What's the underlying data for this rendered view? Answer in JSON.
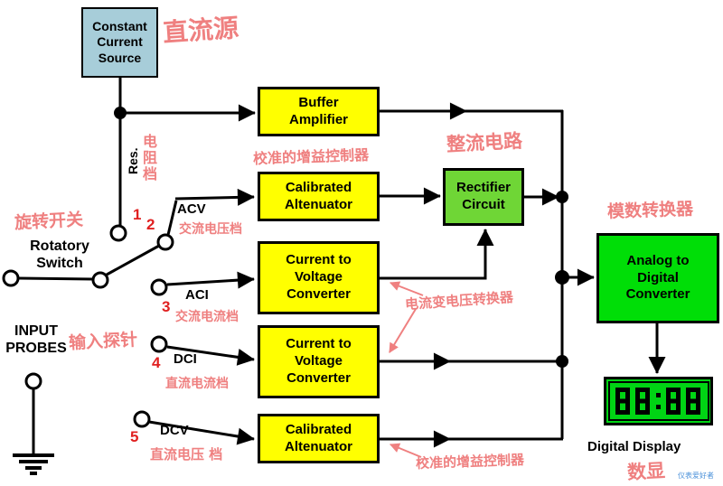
{
  "blocks": {
    "constant_current_source": "Constant\nCurrent\nSource",
    "buffer_amplifier": "Buffer\nAmplifier",
    "calibrated_attenuator_top": "Calibrated\nAltenuator",
    "rectifier_circuit": "Rectifier\nCircuit",
    "current_to_voltage_1": "Current to\nVoltage\nConverter",
    "current_to_voltage_2": "Current to\nVoltage\nConverter",
    "calibrated_attenuator_bottom": "Calibrated\nAltenuator",
    "adc": "Analog to\nDigital\nConverter"
  },
  "labels": {
    "res": "Res.",
    "rotatory_switch": "Rotatory\nSwitch",
    "input_probes": "INPUT\nPROBES",
    "acv": "ACV",
    "aci": "ACI",
    "dci": "DCI",
    "dcv": "DCV",
    "digital_display": "Digital Display",
    "pos1": "1",
    "pos2": "2",
    "pos3": "3",
    "pos4": "4",
    "pos5": "5"
  },
  "display": {
    "value": "88:88"
  },
  "annotations": {
    "dc_source": "直流源",
    "resistance_range": "电阻档",
    "rotary_switch": "旋转开关",
    "gain_control_top": "校准的增益控制器",
    "rectifier": "整流电路",
    "adc_cn": "模数转换器",
    "input_probes_cn": "输入探针",
    "acv_cn": "交流电压档",
    "aci_cn": "交流电流档",
    "dci_cn": "直流电流档",
    "dcv_cn": "直流电压 档",
    "i_to_v_cn": "电流变电压转换器",
    "gain_control_bottom": "校准的增益控制器",
    "display_cn": "数显"
  },
  "watermark": "仪表爱好者",
  "colors": {
    "block_yellow": "#ffff00",
    "block_blue": "#a7cdd9",
    "rectifier_green": "#6fd636",
    "adc_green": "#00de07",
    "display_green": "#00d414",
    "annotation_red": "#ef8080",
    "number_red": "#e02020",
    "line_black": "#000000"
  }
}
